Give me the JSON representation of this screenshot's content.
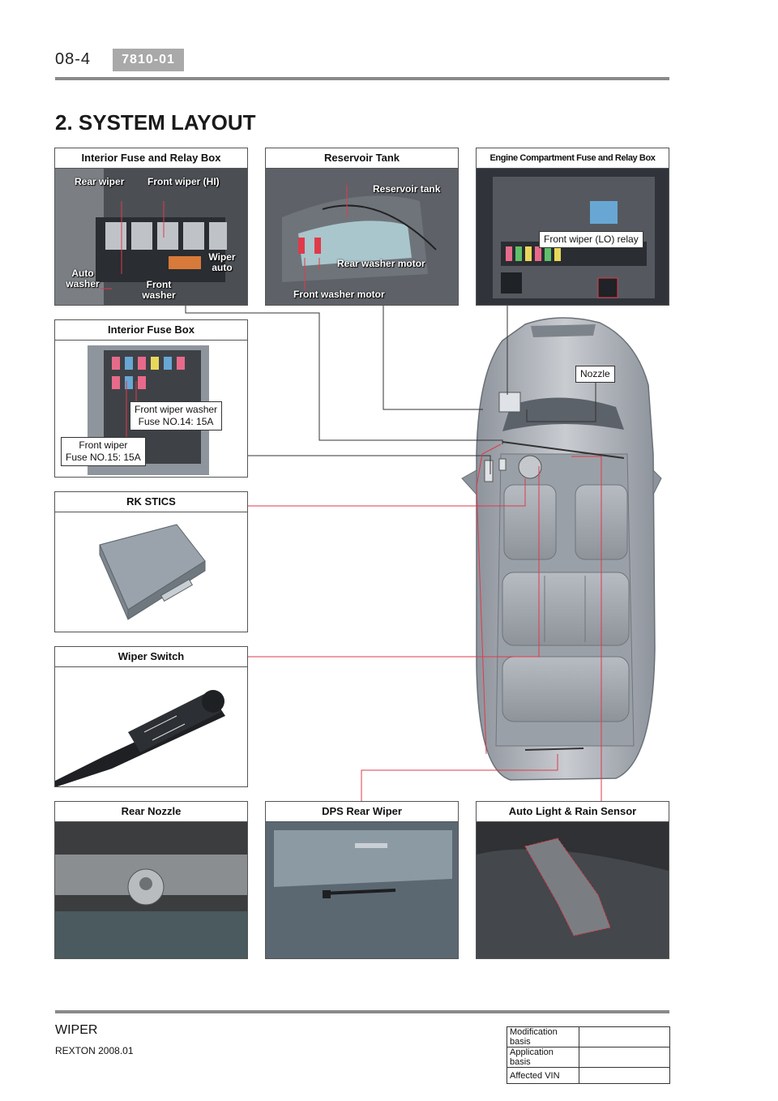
{
  "header": {
    "page_number": "08-4",
    "code": "7810-01"
  },
  "section_title": "2. SYSTEM LAYOUT",
  "panels": {
    "interior_fuse_relay": {
      "title": "Interior Fuse and Relay Box",
      "labels": {
        "rear_wiper": "Rear wiper",
        "front_wiper_hi": "Front wiper (HI)",
        "wiper_auto": "Wiper auto",
        "auto_washer": "Auto washer",
        "front_washer": "Front washer"
      }
    },
    "reservoir_tank": {
      "title": "Reservoir Tank",
      "labels": {
        "reservoir_tank": "Reservoir tank",
        "rear_washer_motor": "Rear washer motor",
        "front_washer_motor": "Front washer motor"
      }
    },
    "engine_fuse_relay": {
      "title": "Engine Compartment Fuse and Relay Box",
      "labels": {
        "front_wiper_lo_relay": "Front wiper (LO) relay"
      }
    },
    "interior_fuse_box": {
      "title": "Interior Fuse Box",
      "labels": {
        "front_wiper_washer_fuse_line1": "Front wiper washer",
        "front_wiper_washer_fuse_line2": "Fuse NO.14: 15A",
        "front_wiper_fuse_line1": "Front wiper",
        "front_wiper_fuse_line2": "Fuse NO.15: 15A"
      }
    },
    "rk_stics": {
      "title": "RK STICS"
    },
    "wiper_switch": {
      "title": "Wiper Switch"
    },
    "rear_nozzle": {
      "title": "Rear Nozzle"
    },
    "dps_rear_wiper": {
      "title": "DPS Rear Wiper"
    },
    "auto_light_rain_sensor": {
      "title": "Auto Light & Rain Sensor"
    }
  },
  "vehicle": {
    "nozzle_label": "Nozzle"
  },
  "footer": {
    "title": "WIPER",
    "subtitle": "REXTON 2008.01",
    "revision_table": [
      {
        "label": "Modification basis",
        "value": ""
      },
      {
        "label": "Application basis",
        "value": ""
      },
      {
        "label": "Affected VIN",
        "value": ""
      }
    ]
  },
  "colors": {
    "link_red": "#e03a4a",
    "link_black": "#333333",
    "rule_gray": "#8a8a8a"
  }
}
